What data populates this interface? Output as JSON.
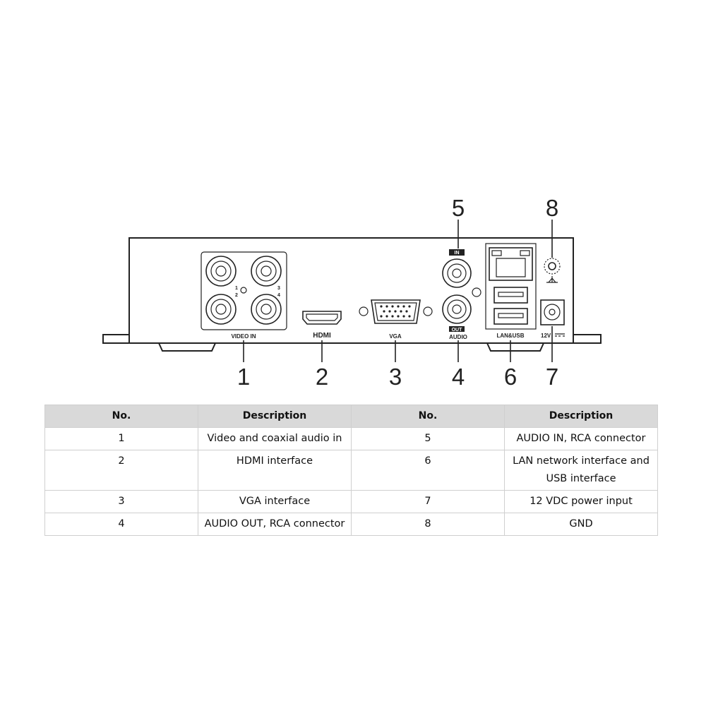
{
  "panel_labels": {
    "video_in": "VIDEO IN",
    "hdmi": "HDMI",
    "vga": "VGA",
    "audio": "AUDIO",
    "audio_in": "IN",
    "audio_out": "OUT",
    "lan_usb": "LAN&USB",
    "power": "12V",
    "ch1": "1",
    "ch2": "2",
    "ch3": "3",
    "ch4": "4"
  },
  "callouts": [
    "1",
    "2",
    "3",
    "4",
    "5",
    "6",
    "7",
    "8"
  ],
  "table": {
    "headers": [
      "No.",
      "Description",
      "No.",
      "Description"
    ],
    "rows": [
      [
        "1",
        "Video and coaxial audio in",
        "5",
        "AUDIO IN, RCA connector"
      ],
      [
        "2",
        "HDMI interface",
        "6",
        "LAN network interface and USB interface"
      ],
      [
        "3",
        "VGA interface",
        "7",
        "12 VDC power input"
      ],
      [
        "4",
        "AUDIO OUT, RCA connector",
        "8",
        "GND"
      ]
    ]
  }
}
